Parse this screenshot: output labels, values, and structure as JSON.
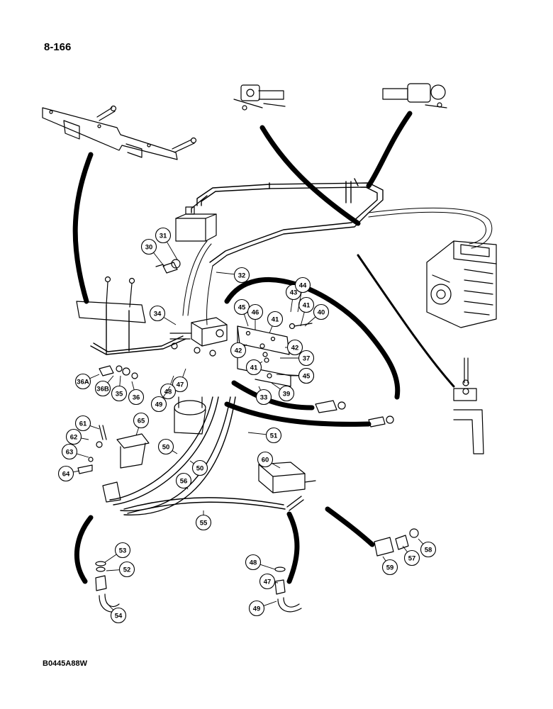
{
  "page_title": "8-166",
  "figure_code": "B0445A88W",
  "callouts": [
    {
      "id": "c30",
      "label": "30"
    },
    {
      "id": "c31",
      "label": "31"
    },
    {
      "id": "c32",
      "label": "32"
    },
    {
      "id": "c33",
      "label": "33"
    },
    {
      "id": "c34",
      "label": "34"
    },
    {
      "id": "c35",
      "label": "35"
    },
    {
      "id": "c36",
      "label": "36"
    },
    {
      "id": "c36a",
      "label": "36A"
    },
    {
      "id": "c36b",
      "label": "36B"
    },
    {
      "id": "c37",
      "label": "37"
    },
    {
      "id": "c38",
      "label": "38"
    },
    {
      "id": "c39",
      "label": "39"
    },
    {
      "id": "c40",
      "label": "40"
    },
    {
      "id": "c41a",
      "label": "41"
    },
    {
      "id": "c41b",
      "label": "41"
    },
    {
      "id": "c41c",
      "label": "41"
    },
    {
      "id": "c42a",
      "label": "42"
    },
    {
      "id": "c42b",
      "label": "42"
    },
    {
      "id": "c43",
      "label": "43"
    },
    {
      "id": "c44",
      "label": "44"
    },
    {
      "id": "c45a",
      "label": "45"
    },
    {
      "id": "c45b",
      "label": "45"
    },
    {
      "id": "c46",
      "label": "46"
    },
    {
      "id": "c47a",
      "label": "47"
    },
    {
      "id": "c47b",
      "label": "47"
    },
    {
      "id": "c48a",
      "label": "48"
    },
    {
      "id": "c48b",
      "label": "48"
    },
    {
      "id": "c49a",
      "label": "49"
    },
    {
      "id": "c49b",
      "label": "49"
    },
    {
      "id": "c50a",
      "label": "50"
    },
    {
      "id": "c50b",
      "label": "50"
    },
    {
      "id": "c51",
      "label": "51"
    },
    {
      "id": "c52",
      "label": "52"
    },
    {
      "id": "c53",
      "label": "53"
    },
    {
      "id": "c54",
      "label": "54"
    },
    {
      "id": "c55",
      "label": "55"
    },
    {
      "id": "c56",
      "label": "56"
    },
    {
      "id": "c57",
      "label": "57"
    },
    {
      "id": "c58",
      "label": "58"
    },
    {
      "id": "c59",
      "label": "59"
    },
    {
      "id": "c60",
      "label": "60"
    },
    {
      "id": "c61",
      "label": "61"
    },
    {
      "id": "c62",
      "label": "62"
    },
    {
      "id": "c63",
      "label": "63"
    },
    {
      "id": "c64",
      "label": "64"
    },
    {
      "id": "c65",
      "label": "65"
    }
  ],
  "colors": {
    "ink": "#000000",
    "paper": "#ffffff"
  }
}
